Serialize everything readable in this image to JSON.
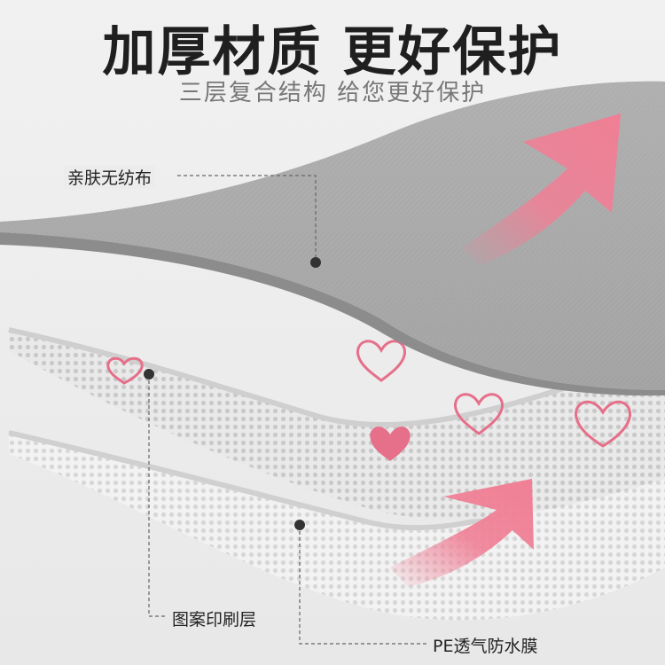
{
  "header": {
    "title": "加厚材质 更好保护",
    "subtitle": "三层复合结构 给您更好保护"
  },
  "layers": {
    "top_label": "亲肤无纺布",
    "middle_label": "图案印刷层",
    "bottom_label": "PE透气防水膜"
  },
  "colors": {
    "accent_pink": "#f07f95",
    "fabric_gray": "#a9a9a9",
    "text_dark": "#1f1f1f"
  }
}
